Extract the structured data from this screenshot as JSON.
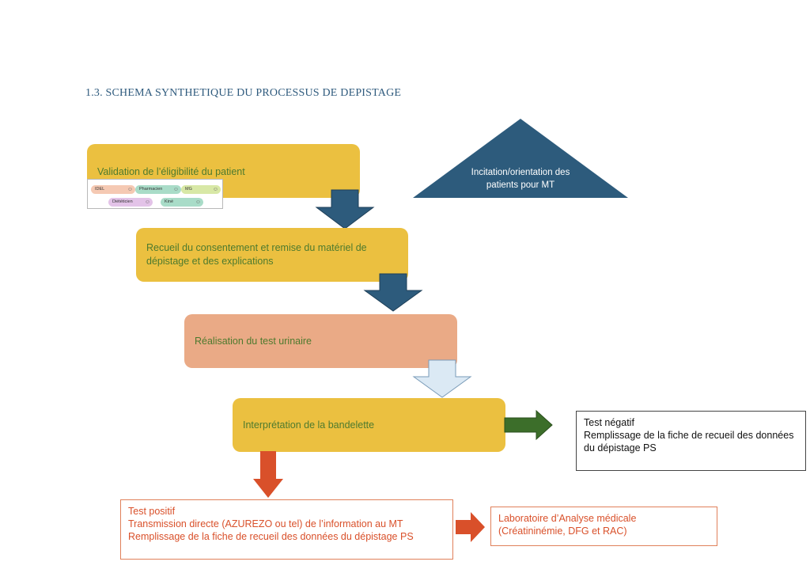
{
  "heading": "1.3. SCHEMA SYNTHETIQUE DU PROCESSUS DE DEPISTAGE",
  "steps": {
    "eligibility": "Validation de l’éligibilité du patient",
    "consent": "Recueil du consentement et remise du matériel de dépistage et des explications",
    "urine_test": "Réalisation du test urinaire",
    "interpretation": "Interprétation de la bandelette"
  },
  "professionals": [
    {
      "label": "IDEL",
      "color": "#f5c9b3"
    },
    {
      "label": "Pharmacien",
      "color": "#a9dcc8"
    },
    {
      "label": "MG",
      "color": "#d8e8a6"
    },
    {
      "label": "Diététicien",
      "color": "#e3c3e8"
    },
    {
      "label": "Kiné",
      "color": "#a9dcc8"
    }
  ],
  "triangle": {
    "text": "Incitation/orientation des patients pour  MT",
    "color": "#2d5b7c"
  },
  "negative": {
    "line1": "Test négatif",
    "line2": "Remplissage de la fiche de recueil des données du dépistage PS"
  },
  "positive": {
    "line1": "Test positif",
    "line2": "Transmission directe (AZUREZO ou tel) de l’information au MT",
    "line3": "Remplissage de la fiche de recueil des données du dépistage PS"
  },
  "lab": {
    "line1": "Laboratoire d’Analyse médicale",
    "line2": "(Créatininémie, DFG et RAC)"
  },
  "colors": {
    "gold": "#ebc040",
    "salmon": "#eaaa86",
    "navy_arrow": "#2d5b7c",
    "light_arrow": "#dbe9f4",
    "green_arrow": "#3c6e2a",
    "orange": "#d9502a"
  }
}
